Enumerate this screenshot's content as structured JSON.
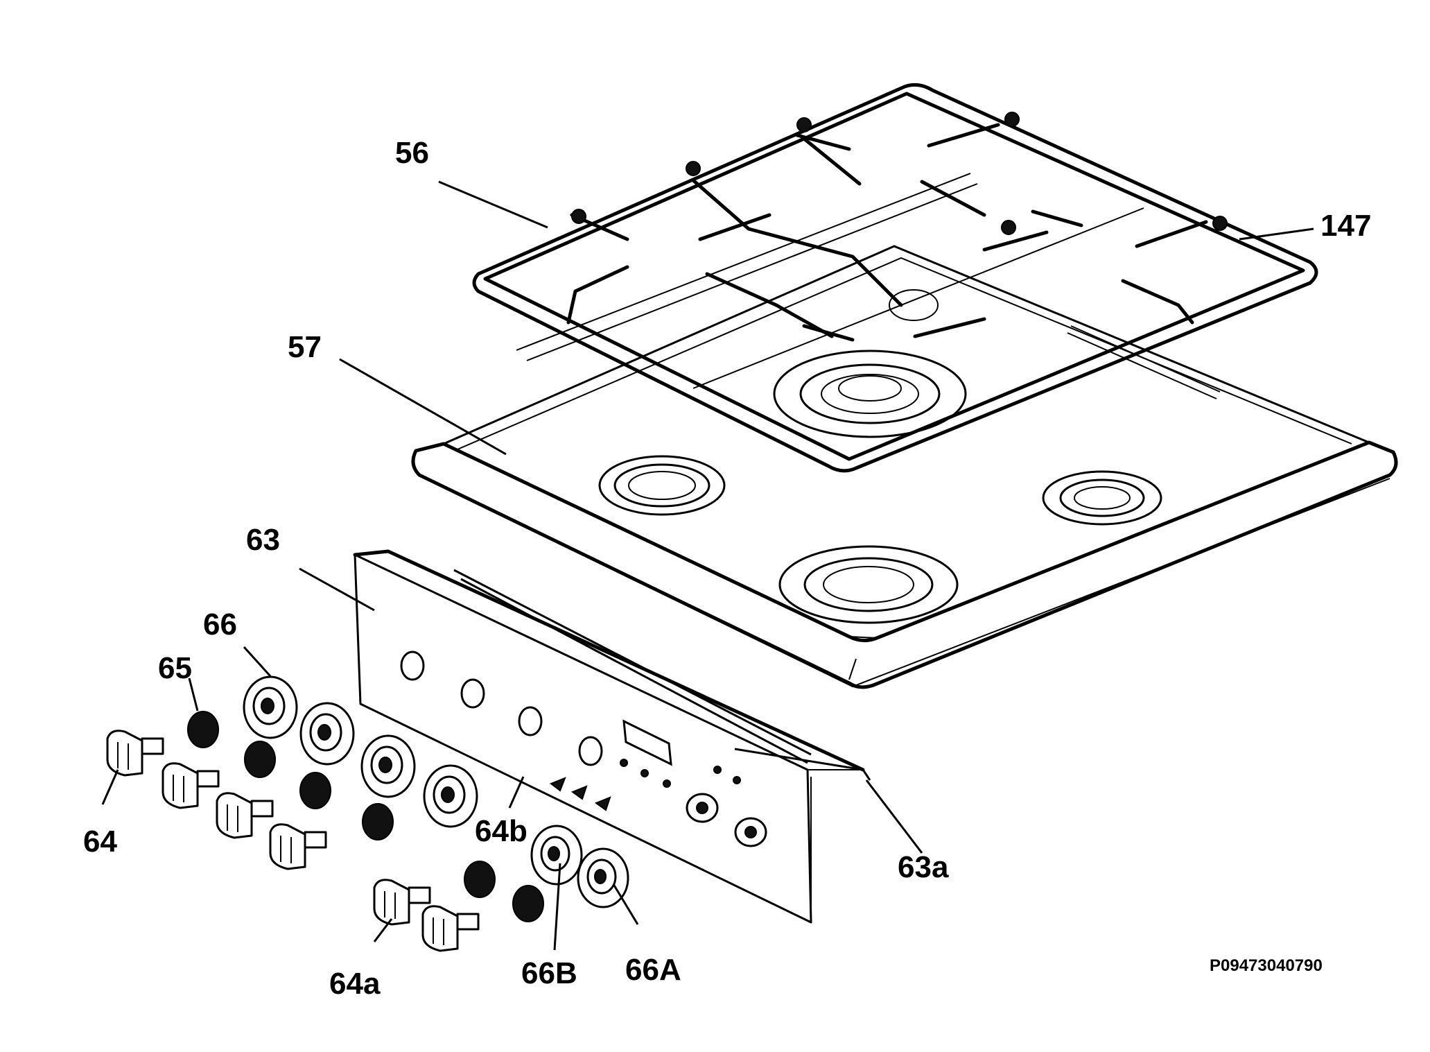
{
  "diagram": {
    "callouts": {
      "l56": "56",
      "l147": "147",
      "l57": "57",
      "l63": "63",
      "l66": "66",
      "l65": "65",
      "l64": "64",
      "l64b": "64b",
      "l63a": "63a",
      "l64a": "64a",
      "l66B": "66B",
      "l66A": "66A"
    },
    "drawing_code": "P09473040790"
  }
}
